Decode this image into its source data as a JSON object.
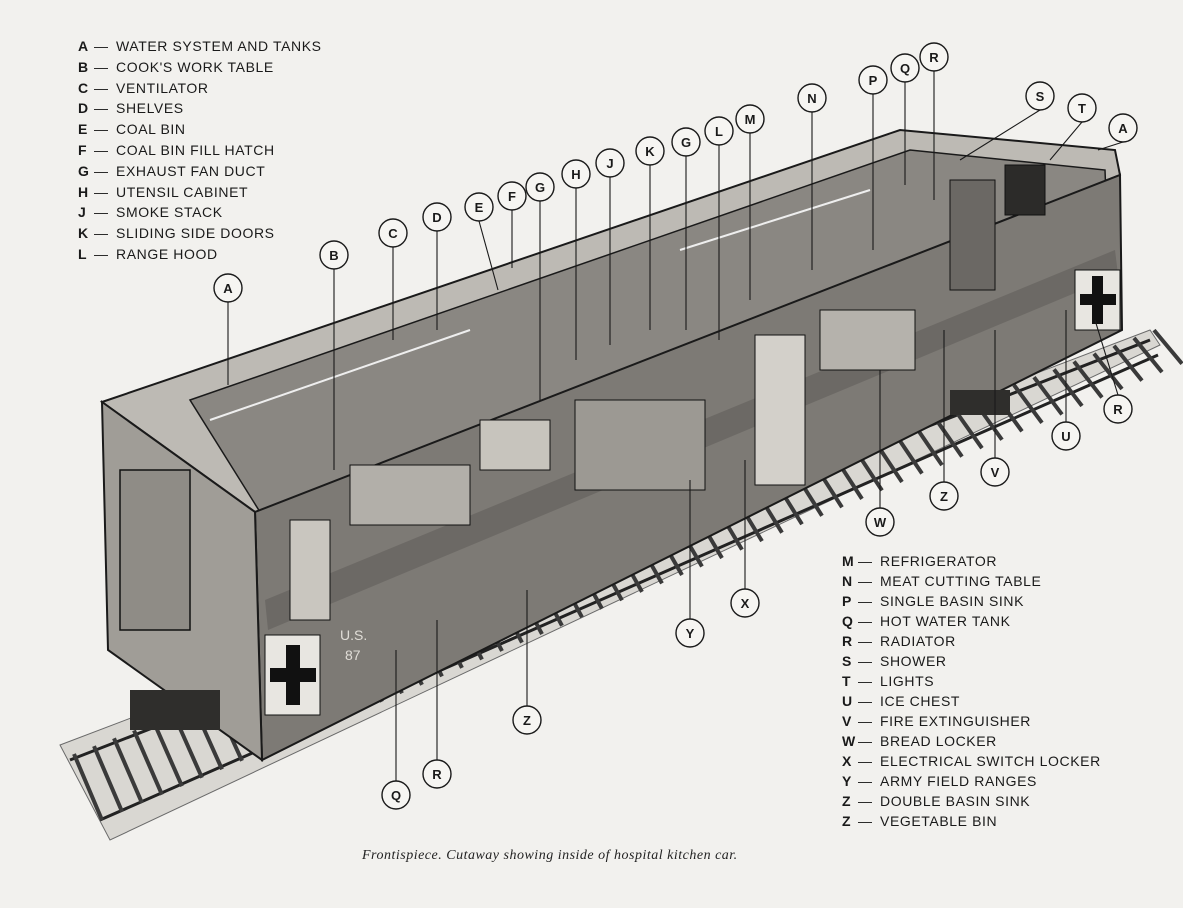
{
  "legend_left": [
    {
      "key": "A",
      "label": "WATER SYSTEM AND TANKS"
    },
    {
      "key": "B",
      "label": "COOK'S WORK TABLE"
    },
    {
      "key": "C",
      "label": "VENTILATOR"
    },
    {
      "key": "D",
      "label": "SHELVES"
    },
    {
      "key": "E",
      "label": "COAL BIN"
    },
    {
      "key": "F",
      "label": "COAL BIN FILL HATCH"
    },
    {
      "key": "G",
      "label": "EXHAUST FAN DUCT"
    },
    {
      "key": "H",
      "label": "UTENSIL CABINET"
    },
    {
      "key": "J",
      "label": "SMOKE STACK"
    },
    {
      "key": "K",
      "label": "SLIDING SIDE DOORS"
    },
    {
      "key": "L",
      "label": "RANGE HOOD"
    }
  ],
  "legend_right": [
    {
      "key": "M",
      "label": "REFRIGERATOR"
    },
    {
      "key": "N",
      "label": "MEAT CUTTING TABLE"
    },
    {
      "key": "P",
      "label": "SINGLE BASIN SINK"
    },
    {
      "key": "Q",
      "label": "HOT WATER TANK"
    },
    {
      "key": "R",
      "label": "RADIATOR"
    },
    {
      "key": "S",
      "label": "SHOWER"
    },
    {
      "key": "T",
      "label": "LIGHTS"
    },
    {
      "key": "U",
      "label": "ICE CHEST"
    },
    {
      "key": "V",
      "label": "FIRE EXTINGUISHER"
    },
    {
      "key": "W",
      "label": "BREAD LOCKER"
    },
    {
      "key": "X",
      "label": "ELECTRICAL SWITCH LOCKER"
    },
    {
      "key": "Y",
      "label": "ARMY FIELD RANGES"
    },
    {
      "key": "Z",
      "label": "DOUBLE BASIN SINK"
    },
    {
      "key": "Z",
      "label": "VEGETABLE BIN"
    }
  ],
  "dash": "—",
  "callouts": [
    "A",
    "B",
    "C",
    "D",
    "E",
    "F",
    "G",
    "H",
    "J",
    "K",
    "G",
    "L",
    "M",
    "N",
    "P",
    "Q",
    "R",
    "S",
    "T",
    "A",
    "R",
    "U",
    "V",
    "Z",
    "W",
    "X",
    "Y",
    "Z",
    "R",
    "Q"
  ],
  "car_markings": [
    "U.S.",
    "87"
  ],
  "caption": "Frontispiece. Cutaway showing inside of hospital kitchen car."
}
